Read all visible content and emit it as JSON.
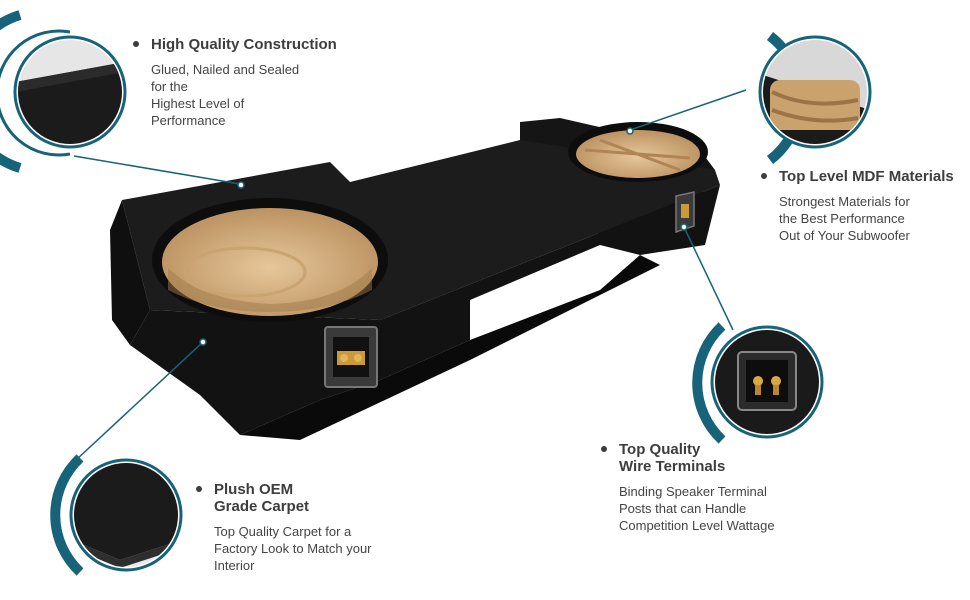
{
  "colors": {
    "accent": "#17637a",
    "box": "#161616",
    "carpet": "#1f1f1f",
    "mdf": "#d9b98a",
    "terminal_gold": "#c99a3a"
  },
  "callouts": [
    {
      "title": "High Quality Construction",
      "desc": "Glued, Nailed and Sealed\nfor the\nHighest Level of\nPerformance"
    },
    {
      "title": "Top Level MDF Materials",
      "desc": "Strongest Materials for\nthe Best Performance\nOut of  Your Subwoofer"
    },
    {
      "title": "Top Quality\nWire Terminals",
      "desc": "Binding Speaker Terminal\nPosts that can Handle\nCompetition Level Wattage"
    },
    {
      "title": "Plush OEM\nGrade Carpet",
      "desc": "Top Quality Carpet for a\nFactory Look to Match your\nInterior"
    }
  ],
  "icons": {
    "construction": "carpet-corner-icon",
    "mdf": "mdf-wood-icon",
    "terminal": "speaker-terminal-icon",
    "carpet": "carpet-edge-icon"
  }
}
